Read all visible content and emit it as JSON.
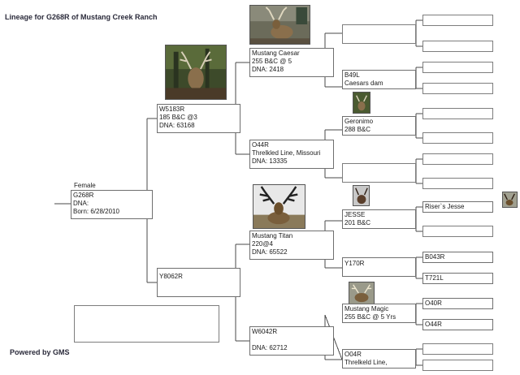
{
  "page": {
    "title": "Lineage for G268R of Mustang Creek Ranch",
    "footer": "Powered by GMS",
    "subject_sex": "Female"
  },
  "subject": {
    "lines": [
      "G268R",
      "DNA:",
      "Born: 6/28/2010"
    ]
  },
  "sire": {
    "lines": [
      "W5183R",
      "185 B&C @3",
      "DNA: 63168"
    ]
  },
  "dam": {
    "lines": [
      "Y8062R"
    ]
  },
  "sire_sire": {
    "lines": [
      "Mustang Caesar",
      "255 B&C @ 5",
      "DNA: 2418"
    ]
  },
  "sire_dam": {
    "lines": [
      "O44R",
      "Threlkled Line, Missouri",
      "DNA: 13335"
    ]
  },
  "dam_sire": {
    "lines": [
      "Mustang Titan",
      "220@4",
      "DNA: 65522"
    ]
  },
  "dam_dam": {
    "lines": [
      "W6042R",
      "",
      "DNA: 62712"
    ]
  },
  "g3": {
    "caesar_dam": {
      "lines": [
        "B49L",
        "Caesars dam"
      ]
    },
    "geronimo": {
      "lines": [
        "Geronimo",
        "288 B&C"
      ]
    },
    "jesse": {
      "lines": [
        "JESSE",
        "201 B&C"
      ]
    },
    "y170r": {
      "lines": [
        "Y170R"
      ]
    },
    "mustang_magic": {
      "lines": [
        "Mustang Magic",
        "255 B&C @ 5 Yrs"
      ]
    },
    "o04r": {
      "lines": [
        "O04R",
        "Threlkeld Line,"
      ]
    }
  },
  "g4": {
    "risers_jesse": "Riser`s Jesse",
    "b043r": "B043R",
    "t721l": "T721L",
    "o40r": "O40R",
    "o44r": "O44R"
  },
  "photos": {
    "sire_photo": "deer-photo",
    "sire_sire_photo": "deer-photo",
    "dam_sire_photo": "deer-photo",
    "geronimo_photo": "deer-photo",
    "jesse_photo": "deer-photo",
    "magic_photo": "deer-photo",
    "risers_jesse_photo": "deer-photo"
  }
}
